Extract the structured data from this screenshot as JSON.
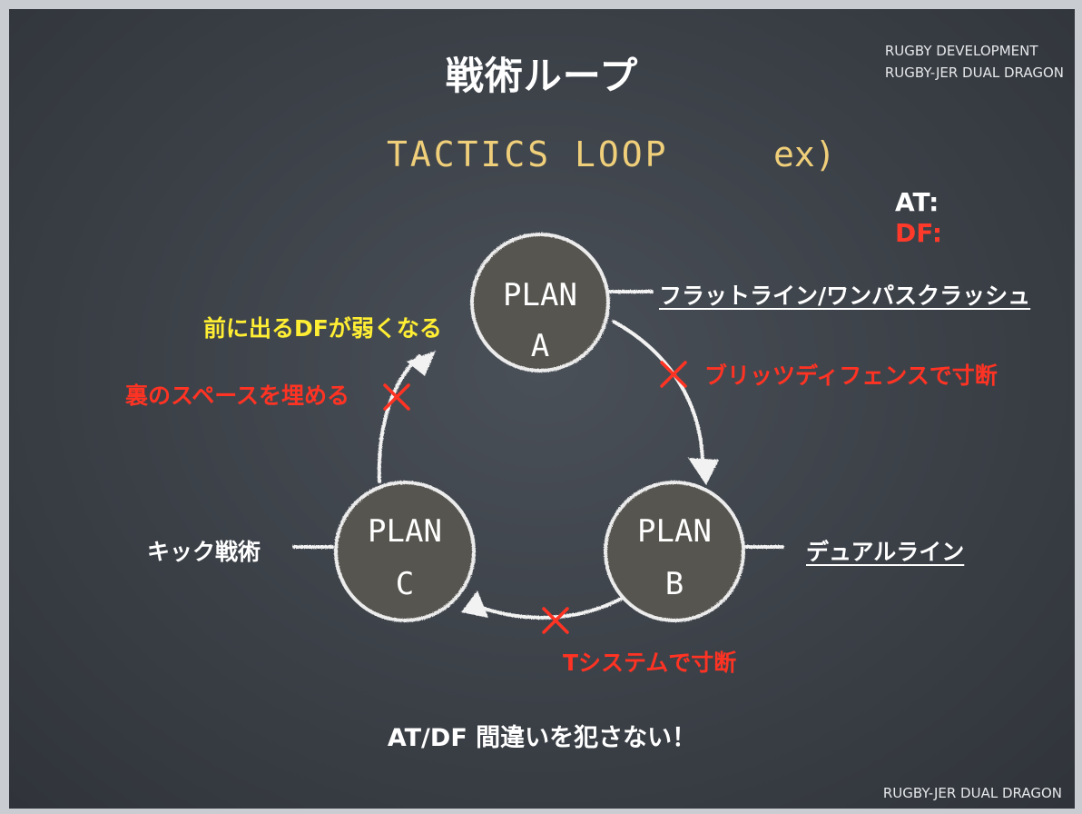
{
  "title": "戦術ループ",
  "brand": {
    "line1": "RUGBY DEVELOPMENT",
    "line2": "RUGBY-JER DUAL DRAGON"
  },
  "subtitle": "TACTICS LOOP",
  "subtitle_suffix": "ex)",
  "legend": {
    "at": "AT:",
    "df": "DF:"
  },
  "plans": [
    {
      "line1": "PLAN",
      "line2": "A"
    },
    {
      "line1": "PLAN",
      "line2": "B"
    },
    {
      "line1": "PLAN",
      "line2": "C"
    }
  ],
  "annotations": {
    "plan_a_attack": "フラットライン/ワンパスクラッシュ",
    "plan_b_attack": "デュアルライン",
    "plan_c_attack": "キック戦術",
    "ab_defense": "ブリッツディフェンスで寸断",
    "bc_defense": "Tシステムで寸断",
    "ca_defense": "裏のスペースを埋める",
    "ca_effect": "前に出るDFが弱くなる"
  },
  "footer": "AT/DF 間違いを犯さない！",
  "credit": "RUGBY-JER DUAL DRAGON",
  "colors": {
    "attack": "#ffffff",
    "defense": "#ff3323",
    "effect": "#ffee33",
    "chalk_yellow": "#f0cf7a"
  }
}
